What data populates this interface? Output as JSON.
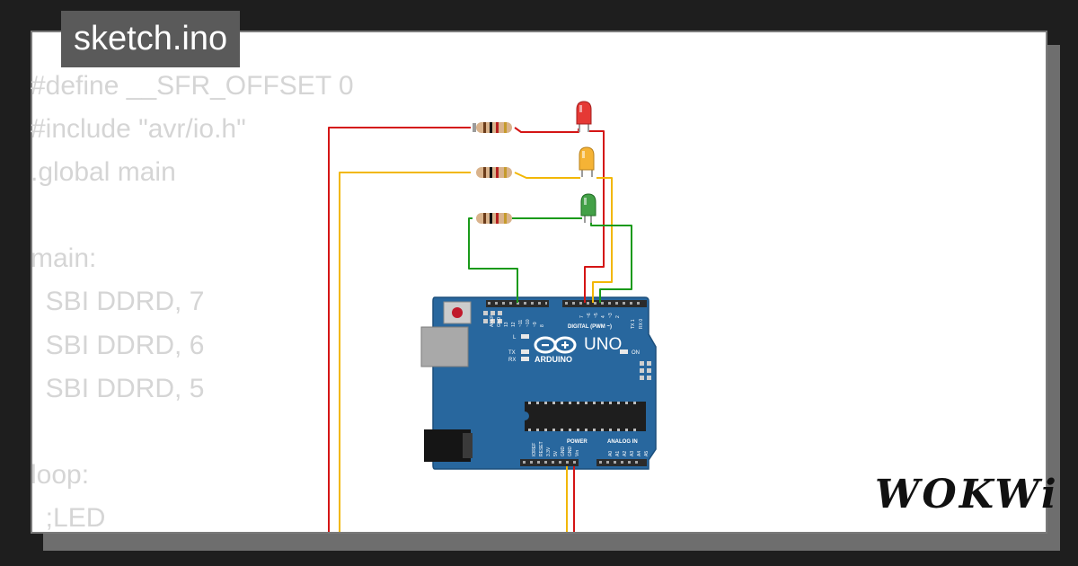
{
  "title": "sketch.ino",
  "code_lines": [
    "#define __SFR_OFFSET 0",
    "#include \"avr/io.h\"",
    ".global main",
    "",
    "main:",
    "  SBI DDRD, 7",
    "  SBI DDRD, 6",
    "  SBI DDRD, 5",
    "",
    "loop:",
    "  ;LED"
  ],
  "board": {
    "model": "UNO",
    "brand": "ARDUINO",
    "color": "#28679e",
    "digital_header_label": "DIGITAL (PWM ~)",
    "power_header_label": "POWER",
    "analog_header_label": "ANALOG IN",
    "led_labels": {
      "l": "L",
      "tx": "TX",
      "rx": "RX",
      "on": "ON"
    },
    "digital_pins": [
      "AREF",
      "GND",
      "13",
      "12",
      "~11",
      "~10",
      "~9",
      "8",
      "7",
      "~6",
      "~5",
      "4",
      "~3",
      "2",
      "TX 1",
      "RX 0"
    ],
    "power_pins": [
      "IOREF",
      "RESET",
      "3.3V",
      "5V",
      "GND",
      "GND",
      "Vin"
    ],
    "analog_pins": [
      "A0",
      "A1",
      "A2",
      "A3",
      "A4",
      "A5"
    ]
  },
  "leds": [
    {
      "color_name": "red",
      "color": "#e53935",
      "pin": "7"
    },
    {
      "color_name": "yellow",
      "color": "#f5b335",
      "pin": "6"
    },
    {
      "color_name": "green",
      "color": "#43a047",
      "pin": "5"
    }
  ],
  "wire_colors": {
    "red": "#d41515",
    "yellow": "#f2b705",
    "green": "#1a9a1a"
  },
  "logo_text": "WOKWi"
}
